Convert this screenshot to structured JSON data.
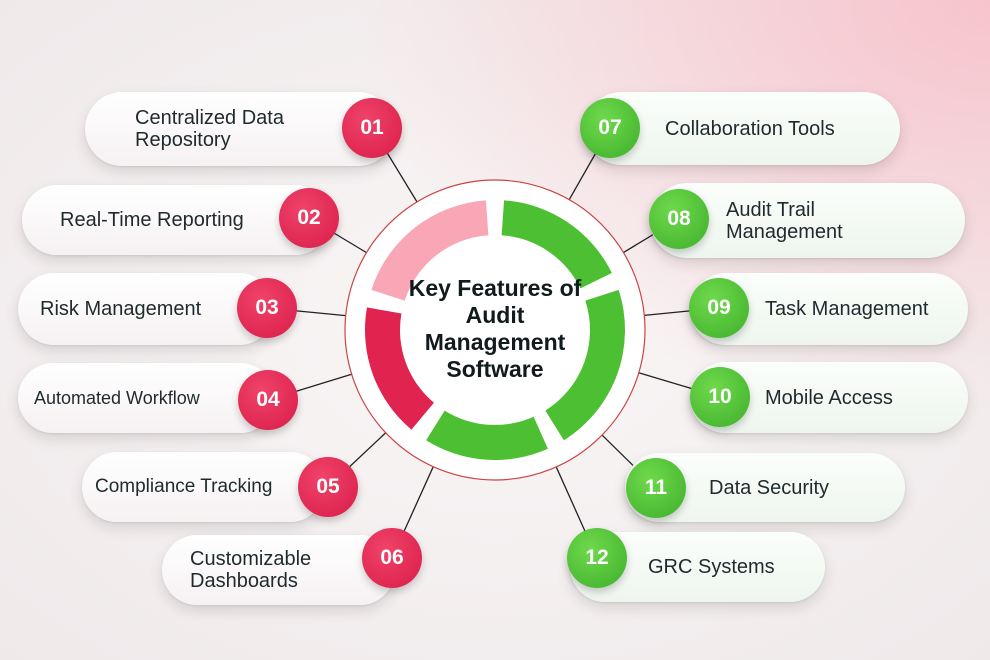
{
  "title": "Key Features of Audit Management Software",
  "colors": {
    "red": "#e0234f",
    "pink": "#f9a7b6",
    "green": "#4cc032"
  },
  "features": [
    {
      "num": "01",
      "label": "Centralized Data Repository"
    },
    {
      "num": "02",
      "label": "Real-Time Reporting"
    },
    {
      "num": "03",
      "label": "Risk Management"
    },
    {
      "num": "04",
      "label": "Automated Workflow"
    },
    {
      "num": "05",
      "label": "Compliance Tracking"
    },
    {
      "num": "06",
      "label": "Customizable Dashboards"
    },
    {
      "num": "07",
      "label": "Collaboration Tools"
    },
    {
      "num": "08",
      "label": "Audit Trail Management"
    },
    {
      "num": "09",
      "label": "Task Management"
    },
    {
      "num": "10",
      "label": "Mobile Access"
    },
    {
      "num": "11",
      "label": "Data Security"
    },
    {
      "num": "12",
      "label": "GRC Systems"
    }
  ]
}
